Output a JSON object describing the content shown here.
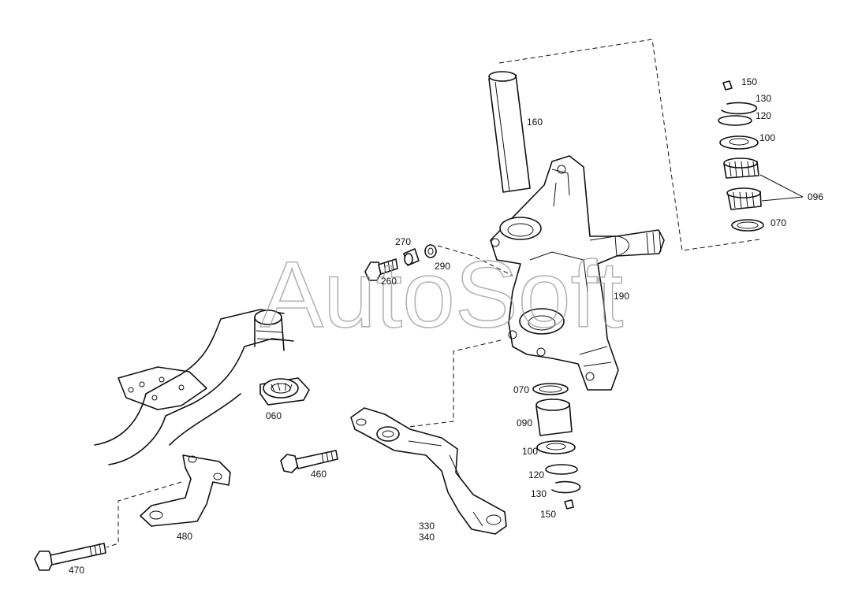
{
  "watermark": "AutoSoft",
  "labels": {
    "p150_top": "150",
    "p130_top": "130",
    "p120_top": "120",
    "p100_top": "100",
    "p096": "096",
    "p070_top": "070",
    "p160": "160",
    "p270": "270",
    "p290": "290",
    "p260": "260",
    "p190": "190",
    "p060": "060",
    "p070_bot": "070",
    "p090": "090",
    "p100_bot": "100",
    "p120_bot": "120",
    "p130_bot": "130",
    "p150_bot": "150",
    "p460": "460",
    "p480": "480",
    "p470": "470",
    "p330": "330",
    "p340": "340"
  }
}
